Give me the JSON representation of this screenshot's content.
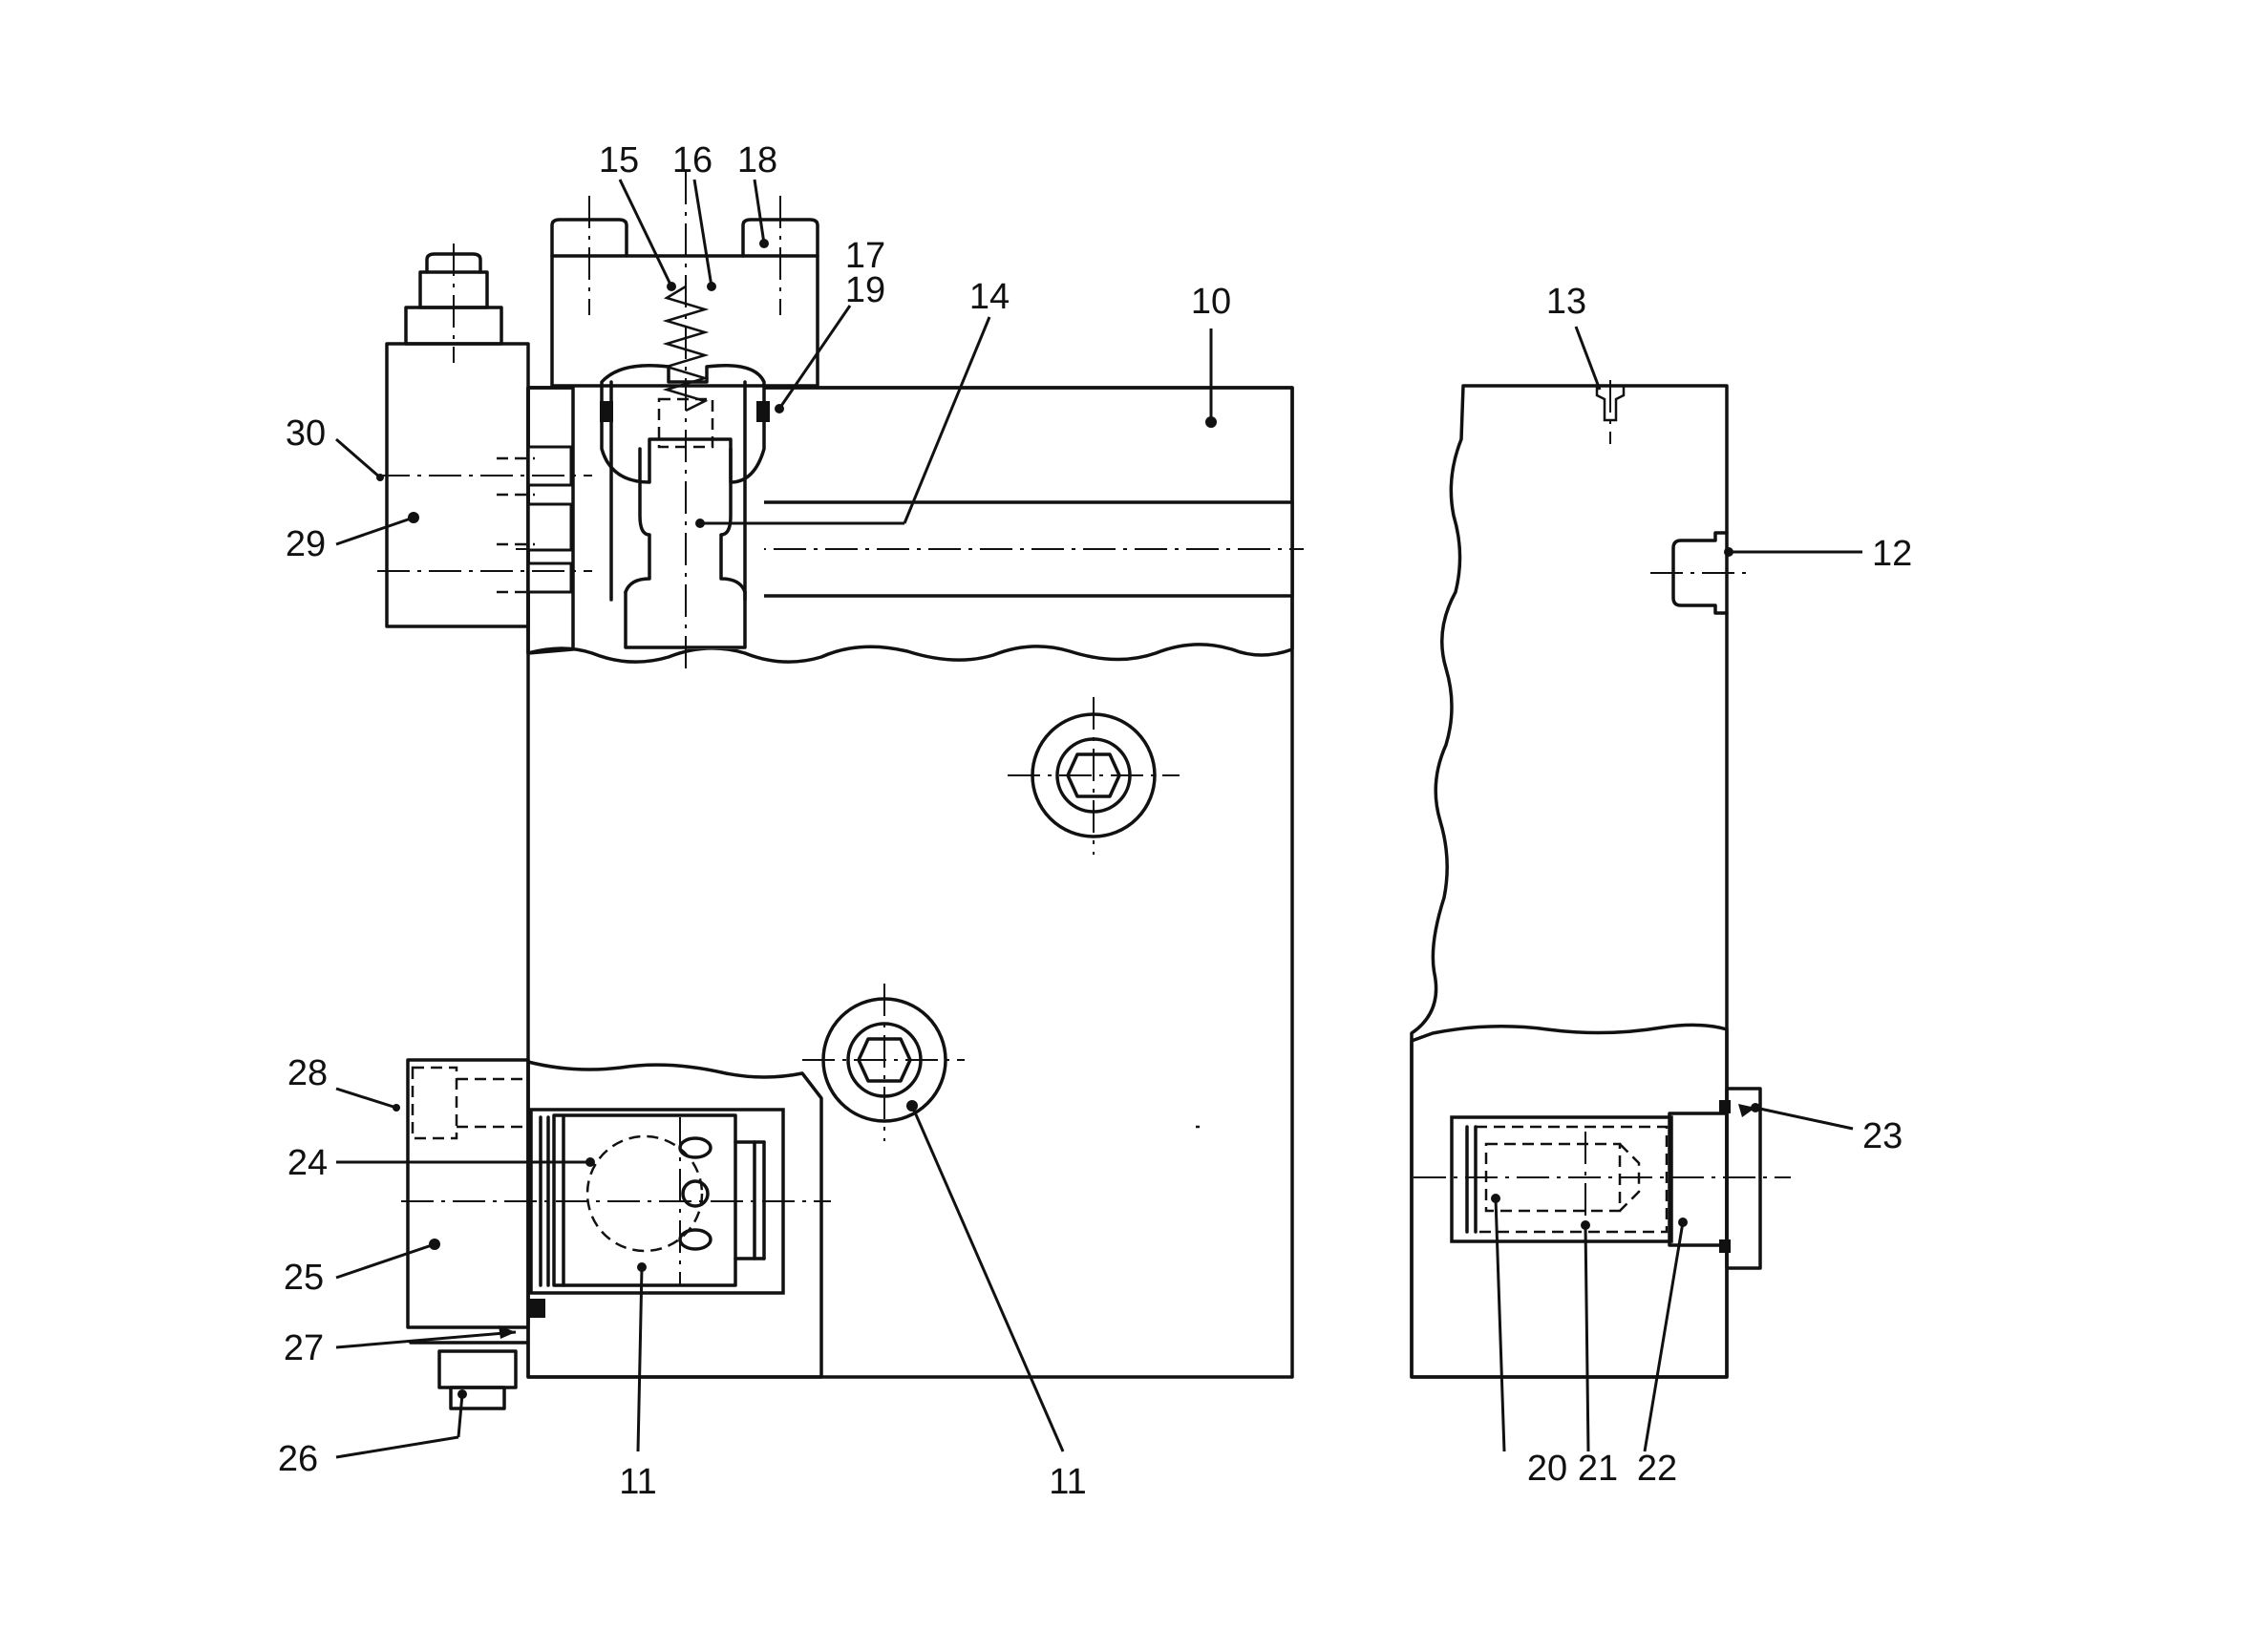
{
  "callouts": {
    "c10": "10",
    "c11a": "11",
    "c11b": "11",
    "c12": "12",
    "c13": "13",
    "c14": "14",
    "c15": "15",
    "c16": "16",
    "c17": "17",
    "c18": "18",
    "c19": "19",
    "c20": "20",
    "c21": "21",
    "c22": "22",
    "c23": "23",
    "c24": "24",
    "c25": "25",
    "c26": "26",
    "c27": "27",
    "c28": "28",
    "c29": "29",
    "c30": "30"
  }
}
